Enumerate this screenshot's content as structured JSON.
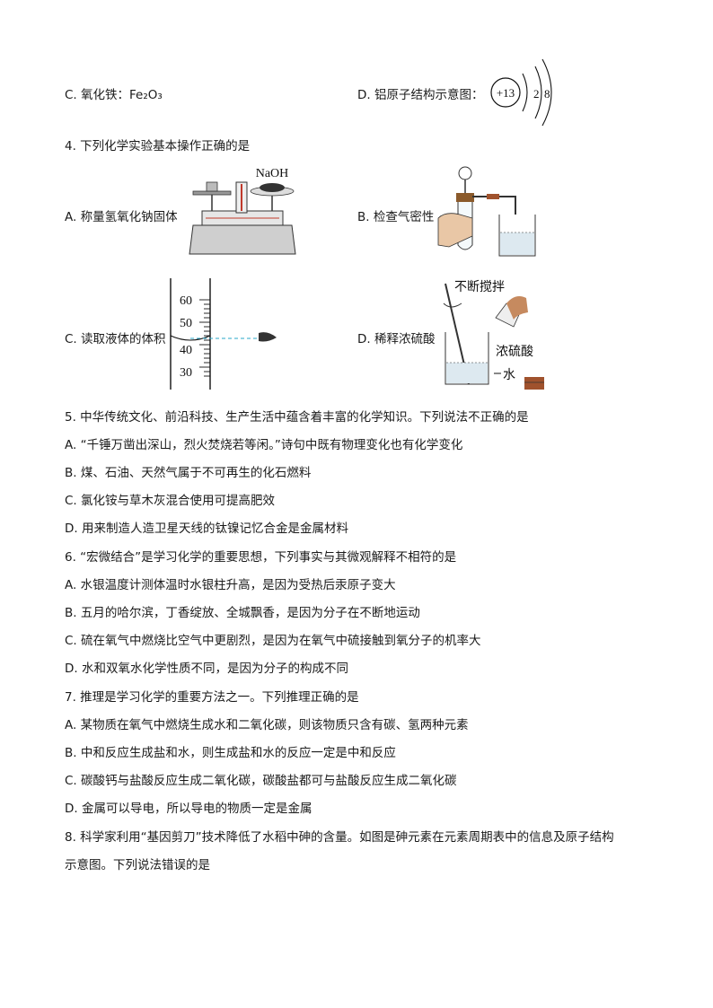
{
  "q3": {
    "optC": "C. 氧化铁：Fe₂O₃",
    "optD_label": "D. 铝原子结构示意图：",
    "al_nucleus": "+13",
    "al_shell1": "2",
    "al_shell2": "8"
  },
  "q4": {
    "stem": "4. 下列化学实验基本操作正确的是",
    "optA": "A. 称量氢氧化钠固体",
    "optA_fig_label": "NaOH",
    "optB": "B. 检查气密性",
    "optC": "C. 读取液体的体积",
    "optC_ticks": [
      "60",
      "50",
      "40",
      "30"
    ],
    "optD": "D. 稀释浓硫酸",
    "optD_label_stir": "不断搅拌",
    "optD_label_acid": "浓硫酸",
    "optD_label_water": "水"
  },
  "q5": {
    "stem": "5. 中华传统文化、前沿科技、生产生活中蕴含着丰富的化学知识。下列说法不正确的是",
    "options": [
      "A. “千锤万凿出深山，烈火焚烧若等闲。”诗句中既有物理变化也有化学变化",
      "B. 煤、石油、天然气属于不可再生的化石燃料",
      "C. 氯化铵与草木灰混合使用可提高肥效",
      "D. 用来制造人造卫星天线的钛镍记忆合金是金属材料"
    ]
  },
  "q6": {
    "stem": "6. “宏微结合”是学习化学的重要思想，下列事实与其微观解释不相符的是",
    "options": [
      "A. 水银温度计测体温时水银柱升高，是因为受热后汞原子变大",
      "B. 五月的哈尔滨，丁香绽放、全城飘香，是因为分子在不断地运动",
      "C. 硫在氧气中燃烧比空气中更剧烈，是因为在氧气中硫接触到氧分子的机率大",
      "D. 水和双氧水化学性质不同，是因为分子的构成不同"
    ]
  },
  "q7": {
    "stem": "7. 推理是学习化学的重要方法之一。下列推理正确的是",
    "options": [
      "A. 某物质在氧气中燃烧生成水和二氧化碳，则该物质只含有碳、氢两种元素",
      "B. 中和反应生成盐和水，则生成盐和水的反应一定是中和反应",
      "C. 碳酸钙与盐酸反应生成二氧化碳，碳酸盐都可与盐酸反应生成二氧化碳",
      "D. 金属可以导电，所以导电的物质一定是金属"
    ]
  },
  "q8": {
    "stem_line1": "8. 科学家利用“基因剪刀”技术降低了水稻中砷的含量。如图是砷元素在元素周期表中的信息及原子结构",
    "stem_line2": "示意图。下列说法错误的是"
  }
}
